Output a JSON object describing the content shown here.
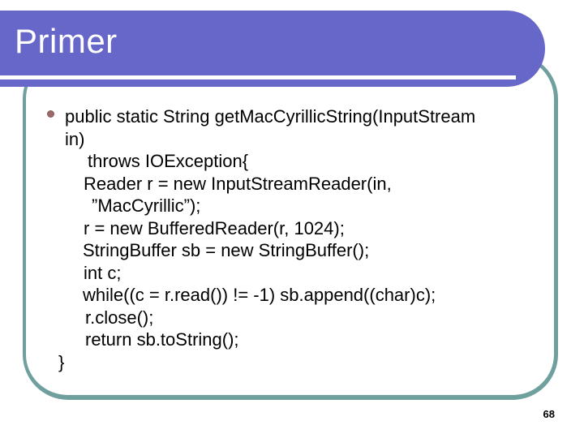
{
  "slide": {
    "title": "Primer",
    "page_number": "68",
    "colors": {
      "banner": "#6667c8",
      "banner_underline": "#ffffff",
      "frame_border": "#6fa09e",
      "bullet": "#9a6a6a",
      "title_text": "#ffffff",
      "body_text": "#000000"
    },
    "code_lines": {
      "0": "public static String getMacCyrillicString(InputStream",
      "1": "in)",
      "2": "throws IOException{",
      "3": "Reader r = new InputStreamReader(in,",
      "4": "”MacCyrillic”);",
      "5": "r = new BufferedReader(r, 1024);",
      "6": "StringBuffer sb = new StringBuffer();",
      "7": "int c;",
      "8": "while((c = r.read()) != -1) sb.append((char)c);",
      "9": "r.close();",
      "10": "return sb.toString();",
      "11": "}"
    }
  }
}
